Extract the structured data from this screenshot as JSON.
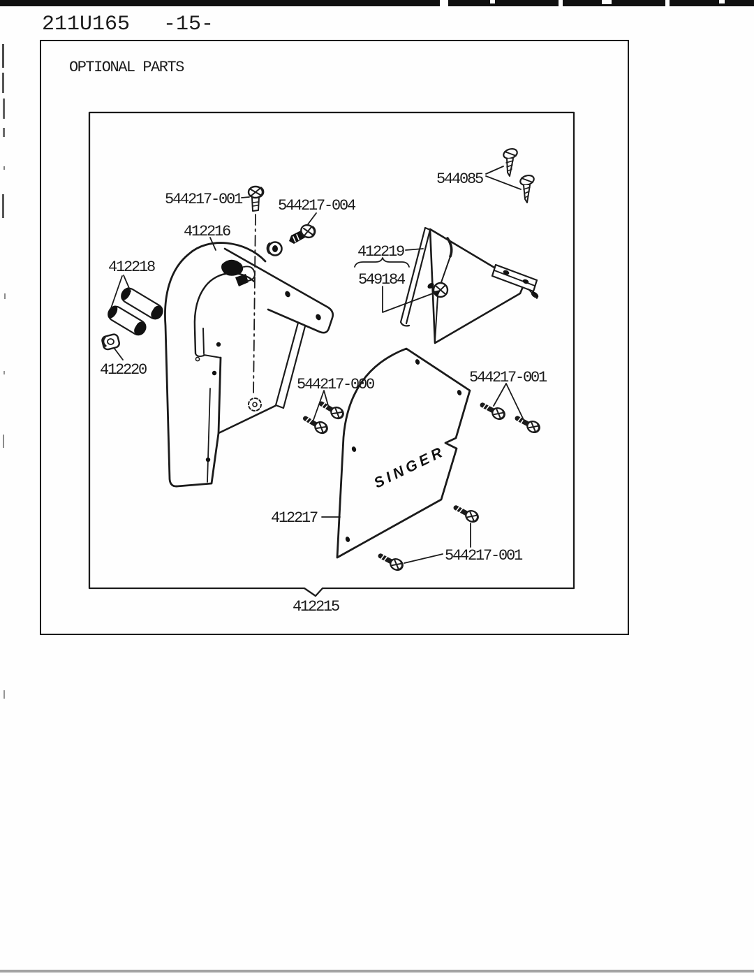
{
  "page": {
    "doc_number": "211U165",
    "page_number": "-15-",
    "section_title": "OPTIONAL PARTS"
  },
  "diagram": {
    "figure_number": "412215",
    "brand_text": "SINGER",
    "labels": {
      "screw_top": "544217-001",
      "screw_upper_right": "544217-004",
      "belt_guard": "412216",
      "pins": "412218",
      "nut": "412220",
      "wood_screws": "544085",
      "rear_guard": "412219",
      "rear_guard_screw": "549184",
      "screws_lower_left": "544217-000",
      "screws_lower_right": "544217-001",
      "singer_plate": "412217",
      "screw_bottom": "544217-001"
    }
  }
}
